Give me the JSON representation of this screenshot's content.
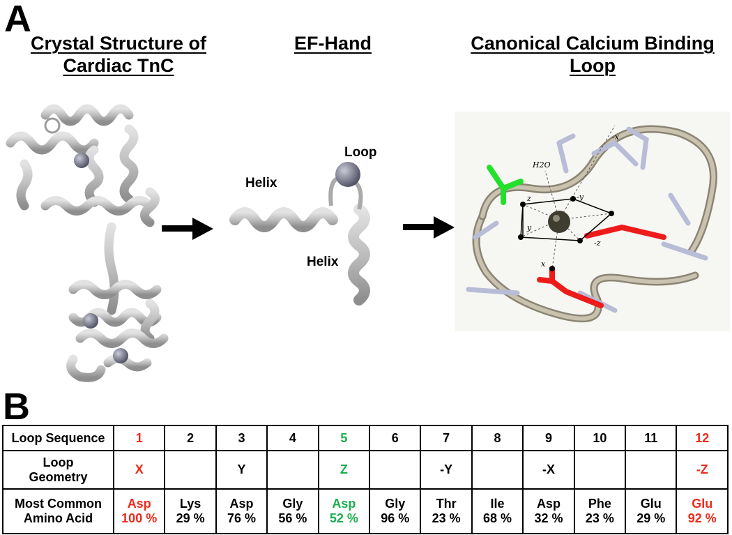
{
  "panel_a": {
    "letter": "A",
    "headings": {
      "crystal_line1": "Crystal Structure of",
      "crystal_line2": "Cardiac TnC",
      "efhand": "EF-Hand",
      "loop_line1": "Canonical Calcium Binding",
      "loop_line2": "Loop"
    },
    "efhand_labels": {
      "loop": "Loop",
      "helix_top": "Helix",
      "helix_bottom": "Helix"
    },
    "coordination_labels": [
      "-x",
      "H2O",
      "z",
      "-y",
      "y",
      "-z",
      "x"
    ]
  },
  "panel_b": {
    "letter": "B",
    "row_headers": {
      "sequence": "Loop Sequence",
      "geometry_line1": "Loop",
      "geometry_line2": "Geometry",
      "amino_line1": "Most Common",
      "amino_line2": "Amino Acid"
    },
    "columns": [
      {
        "pos": "1",
        "geom": "X",
        "aa": "Asp",
        "pct": "100 %",
        "color": "red"
      },
      {
        "pos": "2",
        "geom": "",
        "aa": "Lys",
        "pct": "29 %",
        "color": "black"
      },
      {
        "pos": "3",
        "geom": "Y",
        "aa": "Asp",
        "pct": "76 %",
        "color": "black"
      },
      {
        "pos": "4",
        "geom": "",
        "aa": "Gly",
        "pct": "56 %",
        "color": "black"
      },
      {
        "pos": "5",
        "geom": "Z",
        "aa": "Asp",
        "pct": "52 %",
        "color": "green"
      },
      {
        "pos": "6",
        "geom": "",
        "aa": "Gly",
        "pct": "96 %",
        "color": "black"
      },
      {
        "pos": "7",
        "geom": "-Y",
        "aa": "Thr",
        "pct": "23 %",
        "color": "black"
      },
      {
        "pos": "8",
        "geom": "",
        "aa": "Ile",
        "pct": "68 %",
        "color": "black"
      },
      {
        "pos": "9",
        "geom": "-X",
        "aa": "Asp",
        "pct": "32 %",
        "color": "black"
      },
      {
        "pos": "10",
        "geom": "",
        "aa": "Phe",
        "pct": "23 %",
        "color": "black"
      },
      {
        "pos": "11",
        "geom": "",
        "aa": "Glu",
        "pct": "29 %",
        "color": "black"
      },
      {
        "pos": "12",
        "geom": "-Z",
        "aa": "Glu",
        "pct": "92 %",
        "color": "red"
      }
    ]
  },
  "colors": {
    "red": "#ee2a1b",
    "green": "#1aae4c",
    "ribbon": "#b9b9b9",
    "ion": "#6c6e80",
    "loop_tube": "#b8b2a0",
    "sidechain": "#b8bcd6"
  }
}
